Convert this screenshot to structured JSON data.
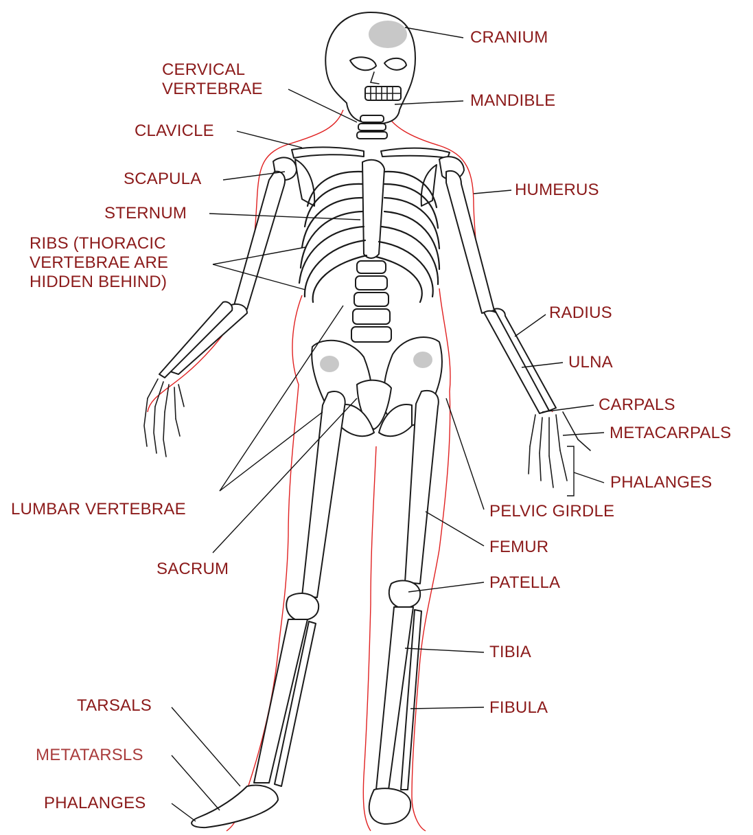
{
  "colors": {
    "label": "#8b1a1a",
    "label_light": "#a93c3c",
    "body_outline": "#e02020",
    "bone_stroke": "#1a1a1a"
  },
  "labels": {
    "cranium": "CRANIUM",
    "cervical_vertebrae": "CERVICAL\nVERTEBRAE",
    "mandible": "MANDIBLE",
    "clavicle": "CLAVICLE",
    "scapula": "SCAPULA",
    "humerus": "HUMERUS",
    "sternum": "STERNUM",
    "ribs": "RIBS (THORACIC\nVERTEBRAE ARE\nHIDDEN BEHIND)",
    "radius": "RADIUS",
    "ulna": "ULNA",
    "carpals": "CARPALS",
    "metacarpals": "METACARPALS",
    "phalanges_hand": "PHALANGES",
    "lumbar_vertebrae": "LUMBAR VERTEBRAE",
    "pelvic_girdle": "PELVIC GIRDLE",
    "femur": "FEMUR",
    "sacrum": "SACRUM",
    "patella": "PATELLA",
    "tibia": "TIBIA",
    "tarsals": "TARSALS",
    "fibula": "FIBULA",
    "metatarsals": "METATARSLS",
    "phalanges_foot": "PHALANGES"
  }
}
